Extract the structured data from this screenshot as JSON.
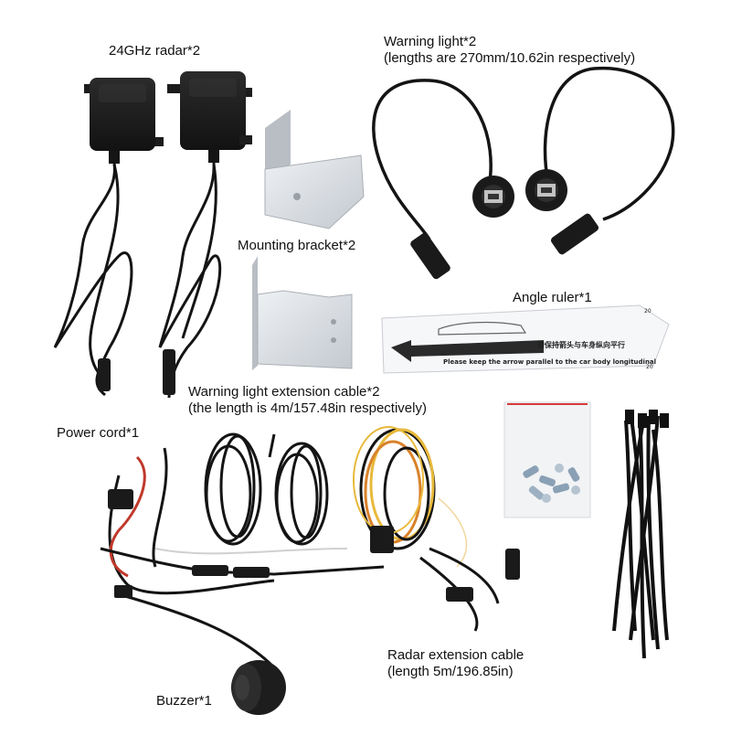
{
  "labels": {
    "radar": "24GHz radar*2",
    "warning_light_line1": "Warning light*2",
    "warning_light_line2": "(lengths are 270mm/10.62in respectively)",
    "bracket": "Mounting bracket*2",
    "angle_ruler": "Angle ruler*1",
    "ext_cable_line1": "Warning light extension cable*2",
    "ext_cable_line2": "(the length is 4m/157.48in respectively)",
    "power_cord": "Power cord*1",
    "radar_ext_line1": "Radar extension cable",
    "radar_ext_line2": "(length 5m/196.85in)",
    "buzzer": "Buzzer*1"
  },
  "ruler": {
    "arrow_text": "Please keep the arrow parallel to the car body longitudinal",
    "arrow_text_cn": "请保持箭头与车身纵向平行",
    "tick_top": "20",
    "tick_bottom": "20"
  },
  "colors": {
    "background": "#ffffff",
    "cable": "#141414",
    "radar_body": "#1e1e1e",
    "bracket": "#d9dde2",
    "wire_yellow": "#e8b93a",
    "wire_orange": "#d9822b",
    "wire_red": "#c0392b"
  }
}
